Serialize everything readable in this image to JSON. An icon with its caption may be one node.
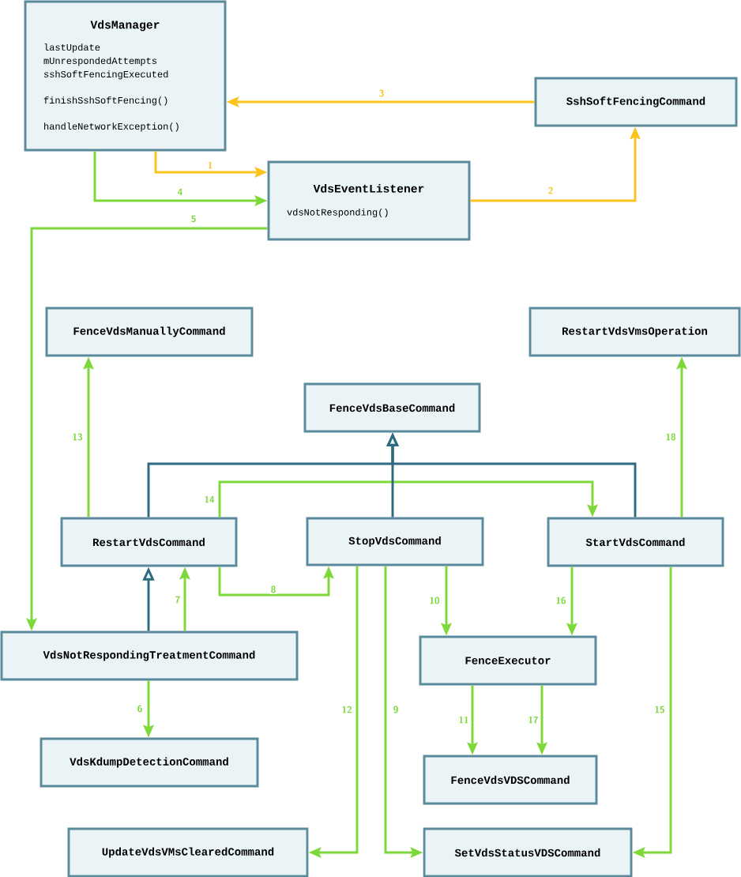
{
  "diagram": {
    "nodes": [
      {
        "text": [
          "VdsManager",
          "lastUpdate",
          "mUnrespondedAttempts",
          "sshSoftFencingExecuted",
          "finishSshSoftFencing()",
          "handleNetworkException()"
        ]
      },
      {
        "text": [
          "SshSoftFencingCommand"
        ]
      },
      {
        "text": [
          "VdsEventListener",
          "vdsNotResponding()"
        ]
      },
      {
        "text": [
          "FenceVdsManuallyCommand"
        ]
      },
      {
        "text": [
          "RestartVdsVmsOperation"
        ]
      },
      {
        "text": [
          "FenceVdsBaseCommand"
        ]
      },
      {
        "text": [
          "RestartVdsCommand"
        ]
      },
      {
        "text": [
          "StopVdsCommand"
        ]
      },
      {
        "text": [
          "StartVdsCommand"
        ]
      },
      {
        "text": [
          "VdsNotRespondingTreatmentCommand"
        ]
      },
      {
        "text": [
          "FenceExecutor"
        ]
      },
      {
        "text": [
          "VdsKdumpDetectionCommand"
        ]
      },
      {
        "text": [
          "FenceVdsVDSCommand"
        ]
      },
      {
        "text": [
          "UpdateVdsVMsClearedCommand"
        ]
      },
      {
        "text": [
          "SetVdsStatusVDSCommand"
        ]
      }
    ],
    "edges": [
      {
        "from": 0,
        "to": 2,
        "arrow": "to",
        "label": "1",
        "color": "#fbc31c"
      },
      {
        "from": 2,
        "to": 1,
        "arrow": "to",
        "label": "2",
        "color": "#fbc31c"
      },
      {
        "from": 1,
        "to": 0,
        "arrow": "to",
        "label": "3",
        "color": "#fbc31c"
      },
      {
        "from": 0,
        "to": 2,
        "arrow": "to",
        "label": "4"
      },
      {
        "from": 2,
        "to": 9,
        "arrow": "to",
        "label": "5"
      },
      {
        "from": 9,
        "to": 11,
        "arrow": "to",
        "label": "6"
      },
      {
        "from": 9,
        "to": 6,
        "arrow": "to",
        "label": "7"
      },
      {
        "from": 6,
        "to": 7,
        "arrow": "to",
        "label": "8"
      },
      {
        "from": 7,
        "to": 14,
        "arrow": "to",
        "label": "9"
      },
      {
        "from": 7,
        "to": 10,
        "arrow": "to",
        "label": "10"
      },
      {
        "from": 10,
        "to": 12,
        "arrow": "to",
        "label": "11"
      },
      {
        "from": 7,
        "to": 13,
        "arrow": "to",
        "label": "12"
      },
      {
        "from": 6,
        "to": 3,
        "arrow": "to",
        "label": "13"
      },
      {
        "from": 6,
        "to": 8,
        "arrow": "to",
        "label": "14"
      },
      {
        "from": 8,
        "to": 14,
        "arrow": "to",
        "label": "15"
      },
      {
        "from": 8,
        "to": 10,
        "arrow": "to",
        "label": "16"
      },
      {
        "from": 10,
        "to": 12,
        "arrow": "to",
        "label": "17"
      },
      {
        "from": 8,
        "to": 4,
        "arrow": "to",
        "label": "18"
      },
      {
        "from": 9,
        "to": 6,
        "arrow": "to",
        "color": "#2e6a80"
      },
      {
        "from": 6,
        "to": 5,
        "arrow": "to",
        "color": "#2e6a80"
      },
      {
        "from": 7,
        "to": 5,
        "arrow": "to",
        "color": "#2e6a80"
      },
      {
        "from": 8,
        "to": 5,
        "arrow": "to",
        "color": "#2e6a80"
      }
    ]
  }
}
